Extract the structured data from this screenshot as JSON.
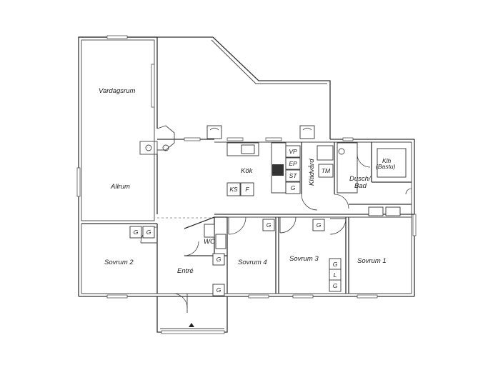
{
  "rooms": {
    "vardagsrum": "Vardagsrum",
    "allrum": "Allrum",
    "kok": "Kök",
    "kladvard": "Klädvård",
    "dusch_bad_1": "Dusch/",
    "dusch_bad_2": "Bad",
    "klh_1": "Klh",
    "klh_2": "(Bastu)",
    "sovrum2": "Sovrum 2",
    "entre": "Entré",
    "wc": "WC",
    "sovrum4": "Sovrum 4",
    "sovrum3": "Sovrum 3",
    "sovrum1": "Sovrum 1"
  },
  "appliances": {
    "vp": "VP",
    "ep": "EP",
    "st": "ST",
    "g": "G",
    "tm": "TM",
    "ks": "KS",
    "f": "F",
    "l": "L"
  }
}
